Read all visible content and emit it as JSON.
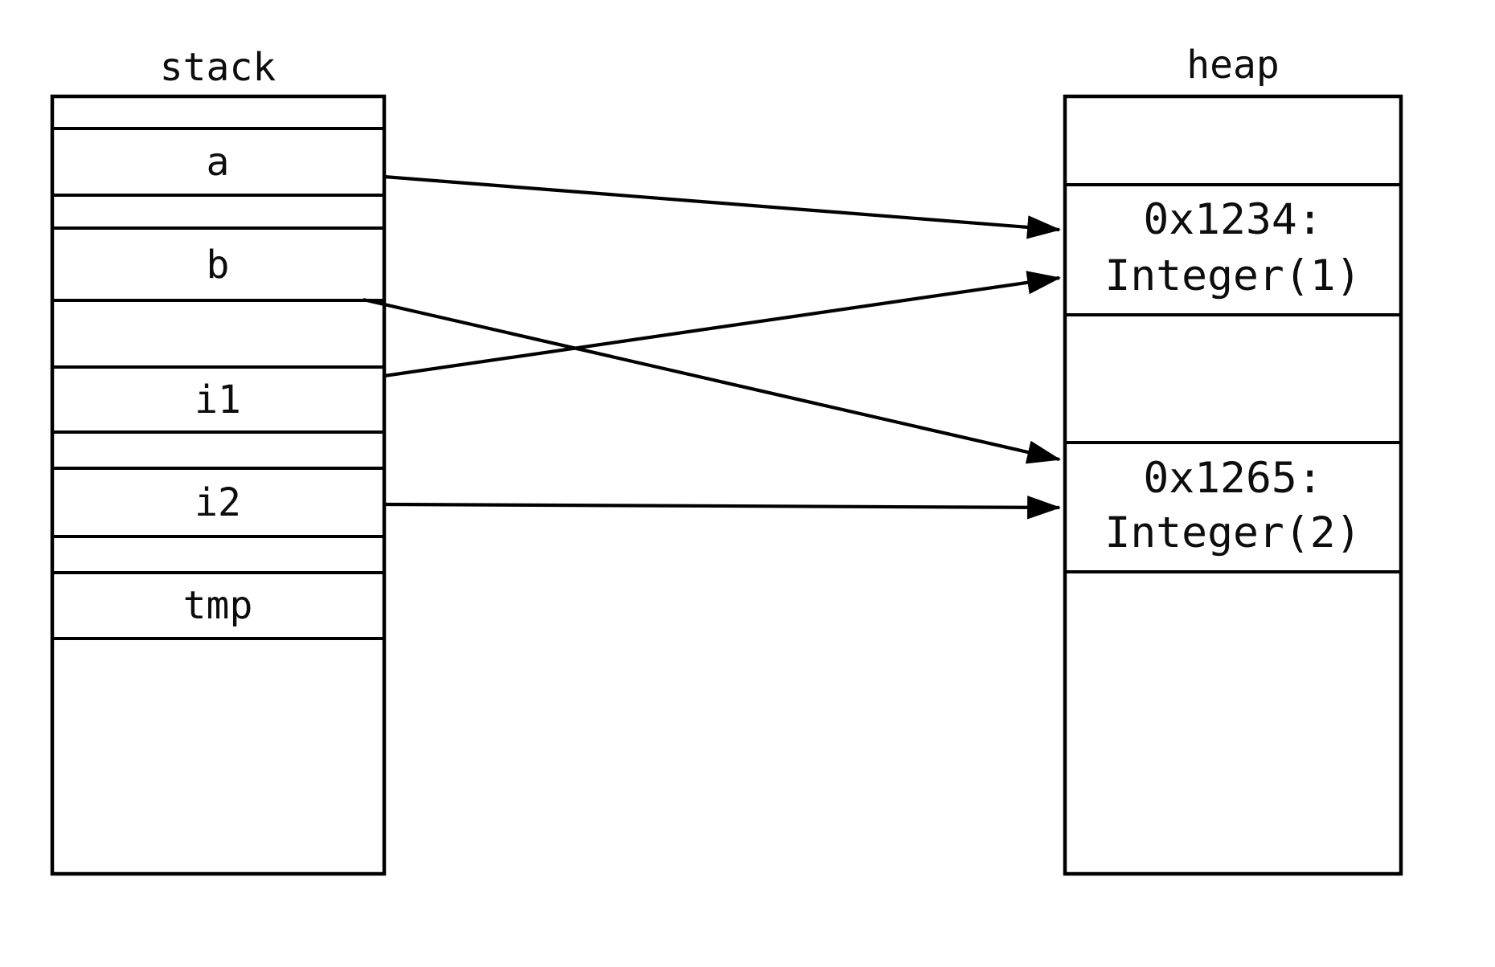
{
  "stack": {
    "title": "stack",
    "cells": [
      "",
      "a",
      "",
      "b",
      "",
      "i1",
      "",
      "i2",
      "",
      "tmp",
      ""
    ]
  },
  "heap": {
    "title": "heap",
    "cells": [
      {
        "address": "",
        "value": ""
      },
      {
        "address": "0x1234:",
        "value": "Integer(1)"
      },
      {
        "address": "",
        "value": ""
      },
      {
        "address": "0x1265:",
        "value": "Integer(2)"
      },
      {
        "address": "",
        "value": ""
      }
    ]
  },
  "pointers": [
    {
      "from": "a",
      "to": "0x1234: Integer(1)"
    },
    {
      "from": "i1",
      "to": "0x1234: Integer(1)"
    },
    {
      "from": "b",
      "to": "0x1265: Integer(2)"
    },
    {
      "from": "i2",
      "to": "0x1265: Integer(2)"
    }
  ],
  "colors": {
    "background": "#ffffff",
    "line": "#000000",
    "text": "#0d0d0d"
  }
}
